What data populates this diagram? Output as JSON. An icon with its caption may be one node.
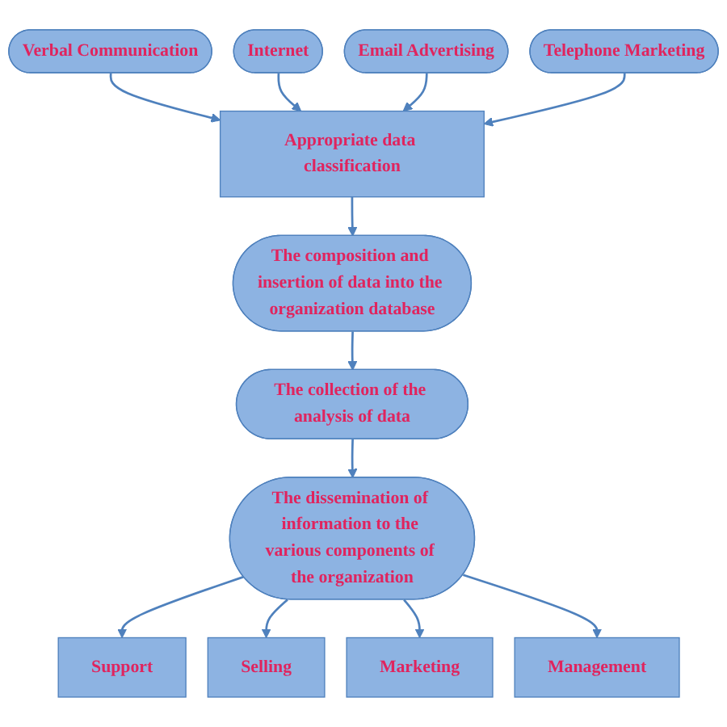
{
  "diagram": {
    "nodes": [
      {
        "text": [
          "Verbal Communication"
        ]
      },
      {
        "text": [
          "Internet"
        ]
      },
      {
        "text": [
          "Email Advertising"
        ]
      },
      {
        "text": [
          "Telephone Marketing"
        ]
      },
      {
        "text": [
          "Appropriate data classification"
        ]
      },
      {
        "text": [
          "The composition and insertion of data into the organization database"
        ]
      },
      {
        "text": [
          "The collection of the analysis of data"
        ]
      },
      {
        "text": [
          "The dissemination of information to the various components of the organization"
        ]
      },
      {
        "text": [
          "Support"
        ]
      },
      {
        "text": [
          "Selling"
        ]
      },
      {
        "text": [
          "Marketing"
        ]
      },
      {
        "text": [
          "Management"
        ]
      }
    ],
    "edges": [
      {
        "from": 0,
        "to": 4,
        "arrow": "to"
      },
      {
        "from": 1,
        "to": 4,
        "arrow": "to"
      },
      {
        "from": 2,
        "to": 4,
        "arrow": "to"
      },
      {
        "from": 3,
        "to": 4,
        "arrow": "to"
      },
      {
        "from": 4,
        "to": 5,
        "arrow": "to"
      },
      {
        "from": 5,
        "to": 6,
        "arrow": "to"
      },
      {
        "from": 6,
        "to": 7,
        "arrow": "to"
      },
      {
        "from": 7,
        "to": 8,
        "arrow": "to"
      },
      {
        "from": 7,
        "to": 9,
        "arrow": "to"
      },
      {
        "from": 7,
        "to": 10,
        "arrow": "to"
      },
      {
        "from": 7,
        "to": 11,
        "arrow": "to"
      }
    ]
  }
}
